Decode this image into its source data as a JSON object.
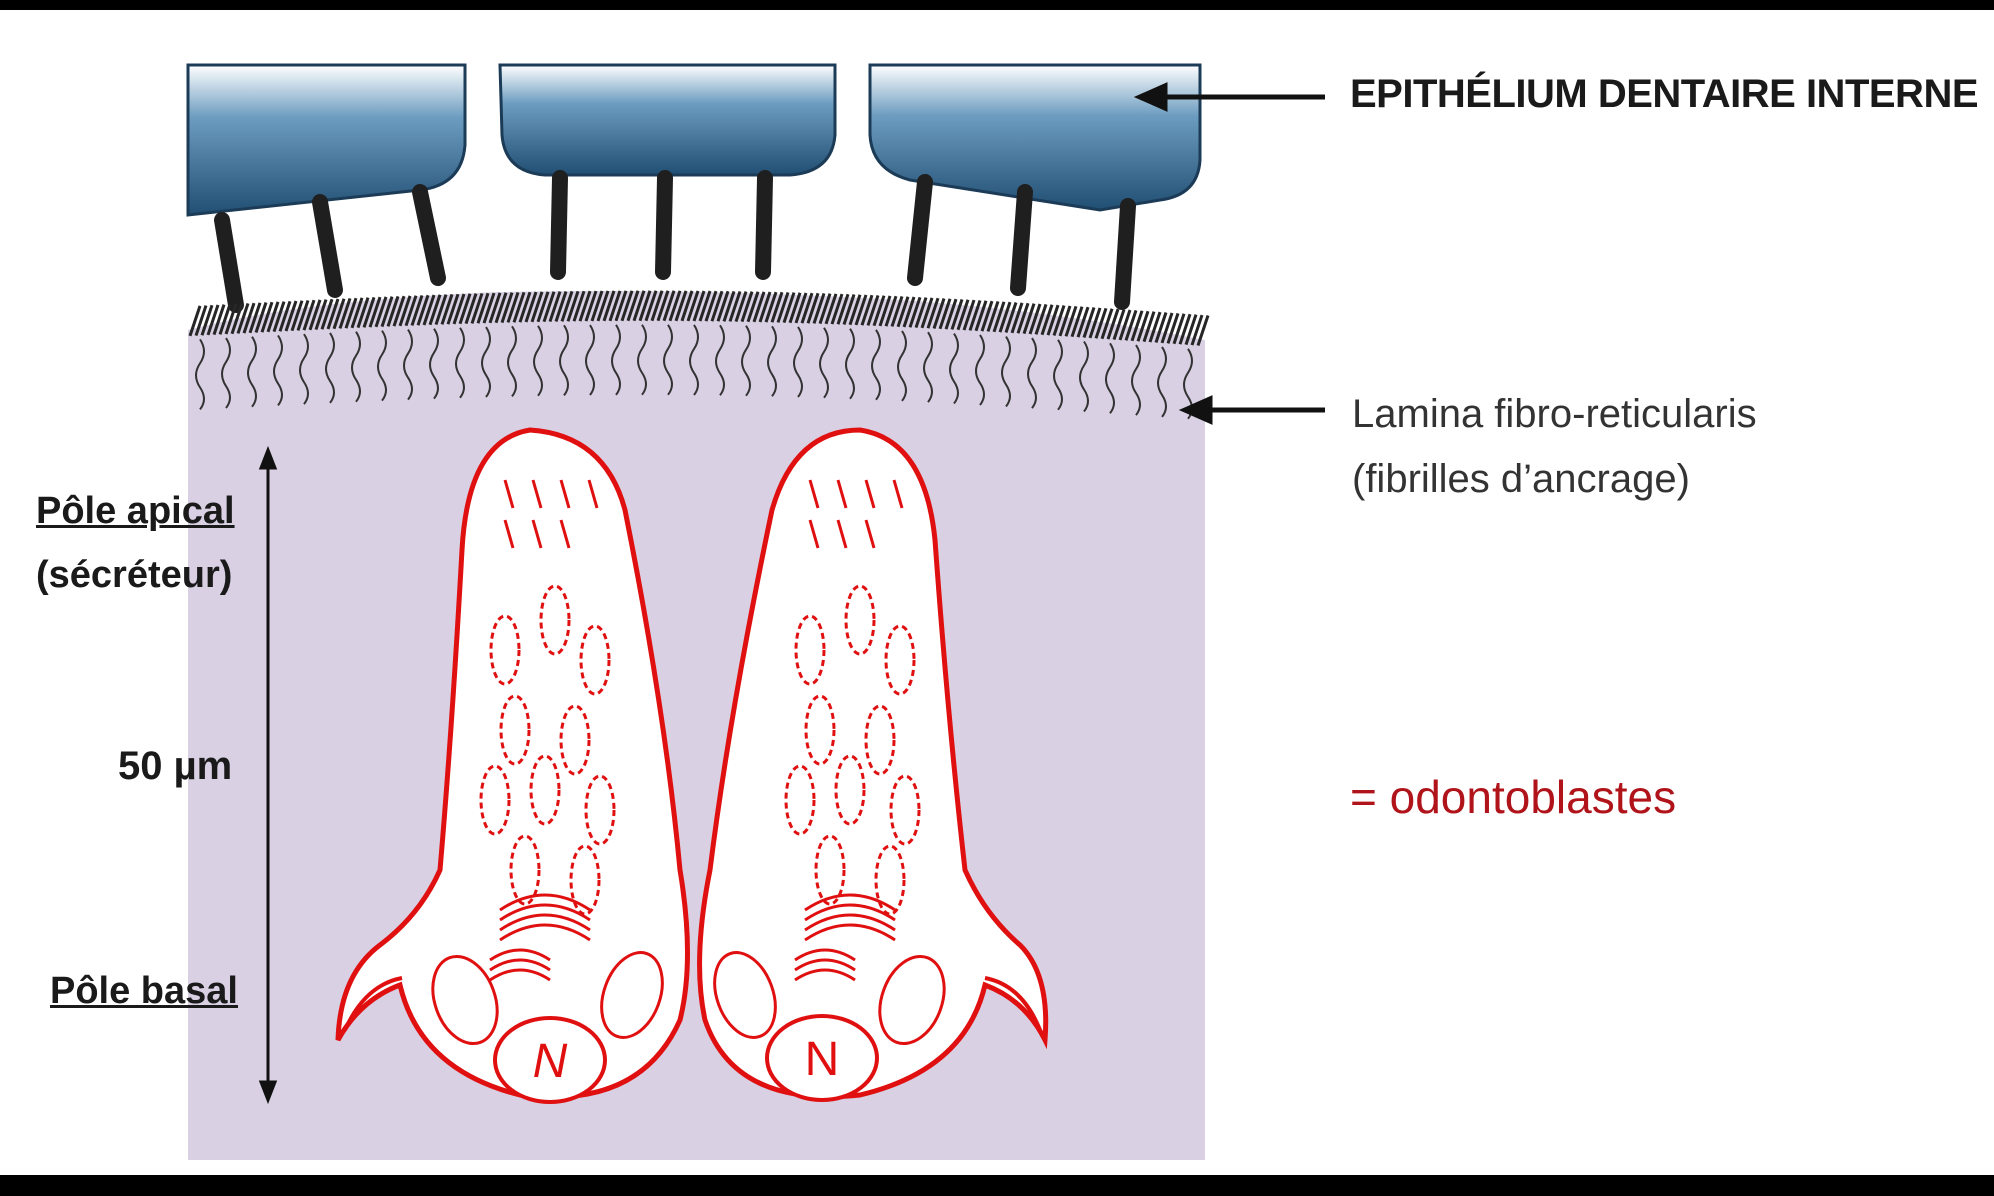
{
  "labels": {
    "epithelium": "EPITHÉLIUM DENTAIRE INTERNE",
    "lamina_line1": "Lamina fibro-reticularis",
    "lamina_line2": "(fibrilles d’ancrage)",
    "odontoblasts": "= odontoblastes",
    "apical_line1": "Pôle apical",
    "apical_line2": "(sécréteur)",
    "size": "50 µm",
    "basal": "Pôle basal",
    "nucleus": "N"
  },
  "colors": {
    "epithelium_top": "#5c8fb5",
    "epithelium_bottom": "#224f75",
    "background_tissue": "#d9d0e3",
    "cell_outline": "#e01010",
    "label_red": "#b0141a"
  }
}
